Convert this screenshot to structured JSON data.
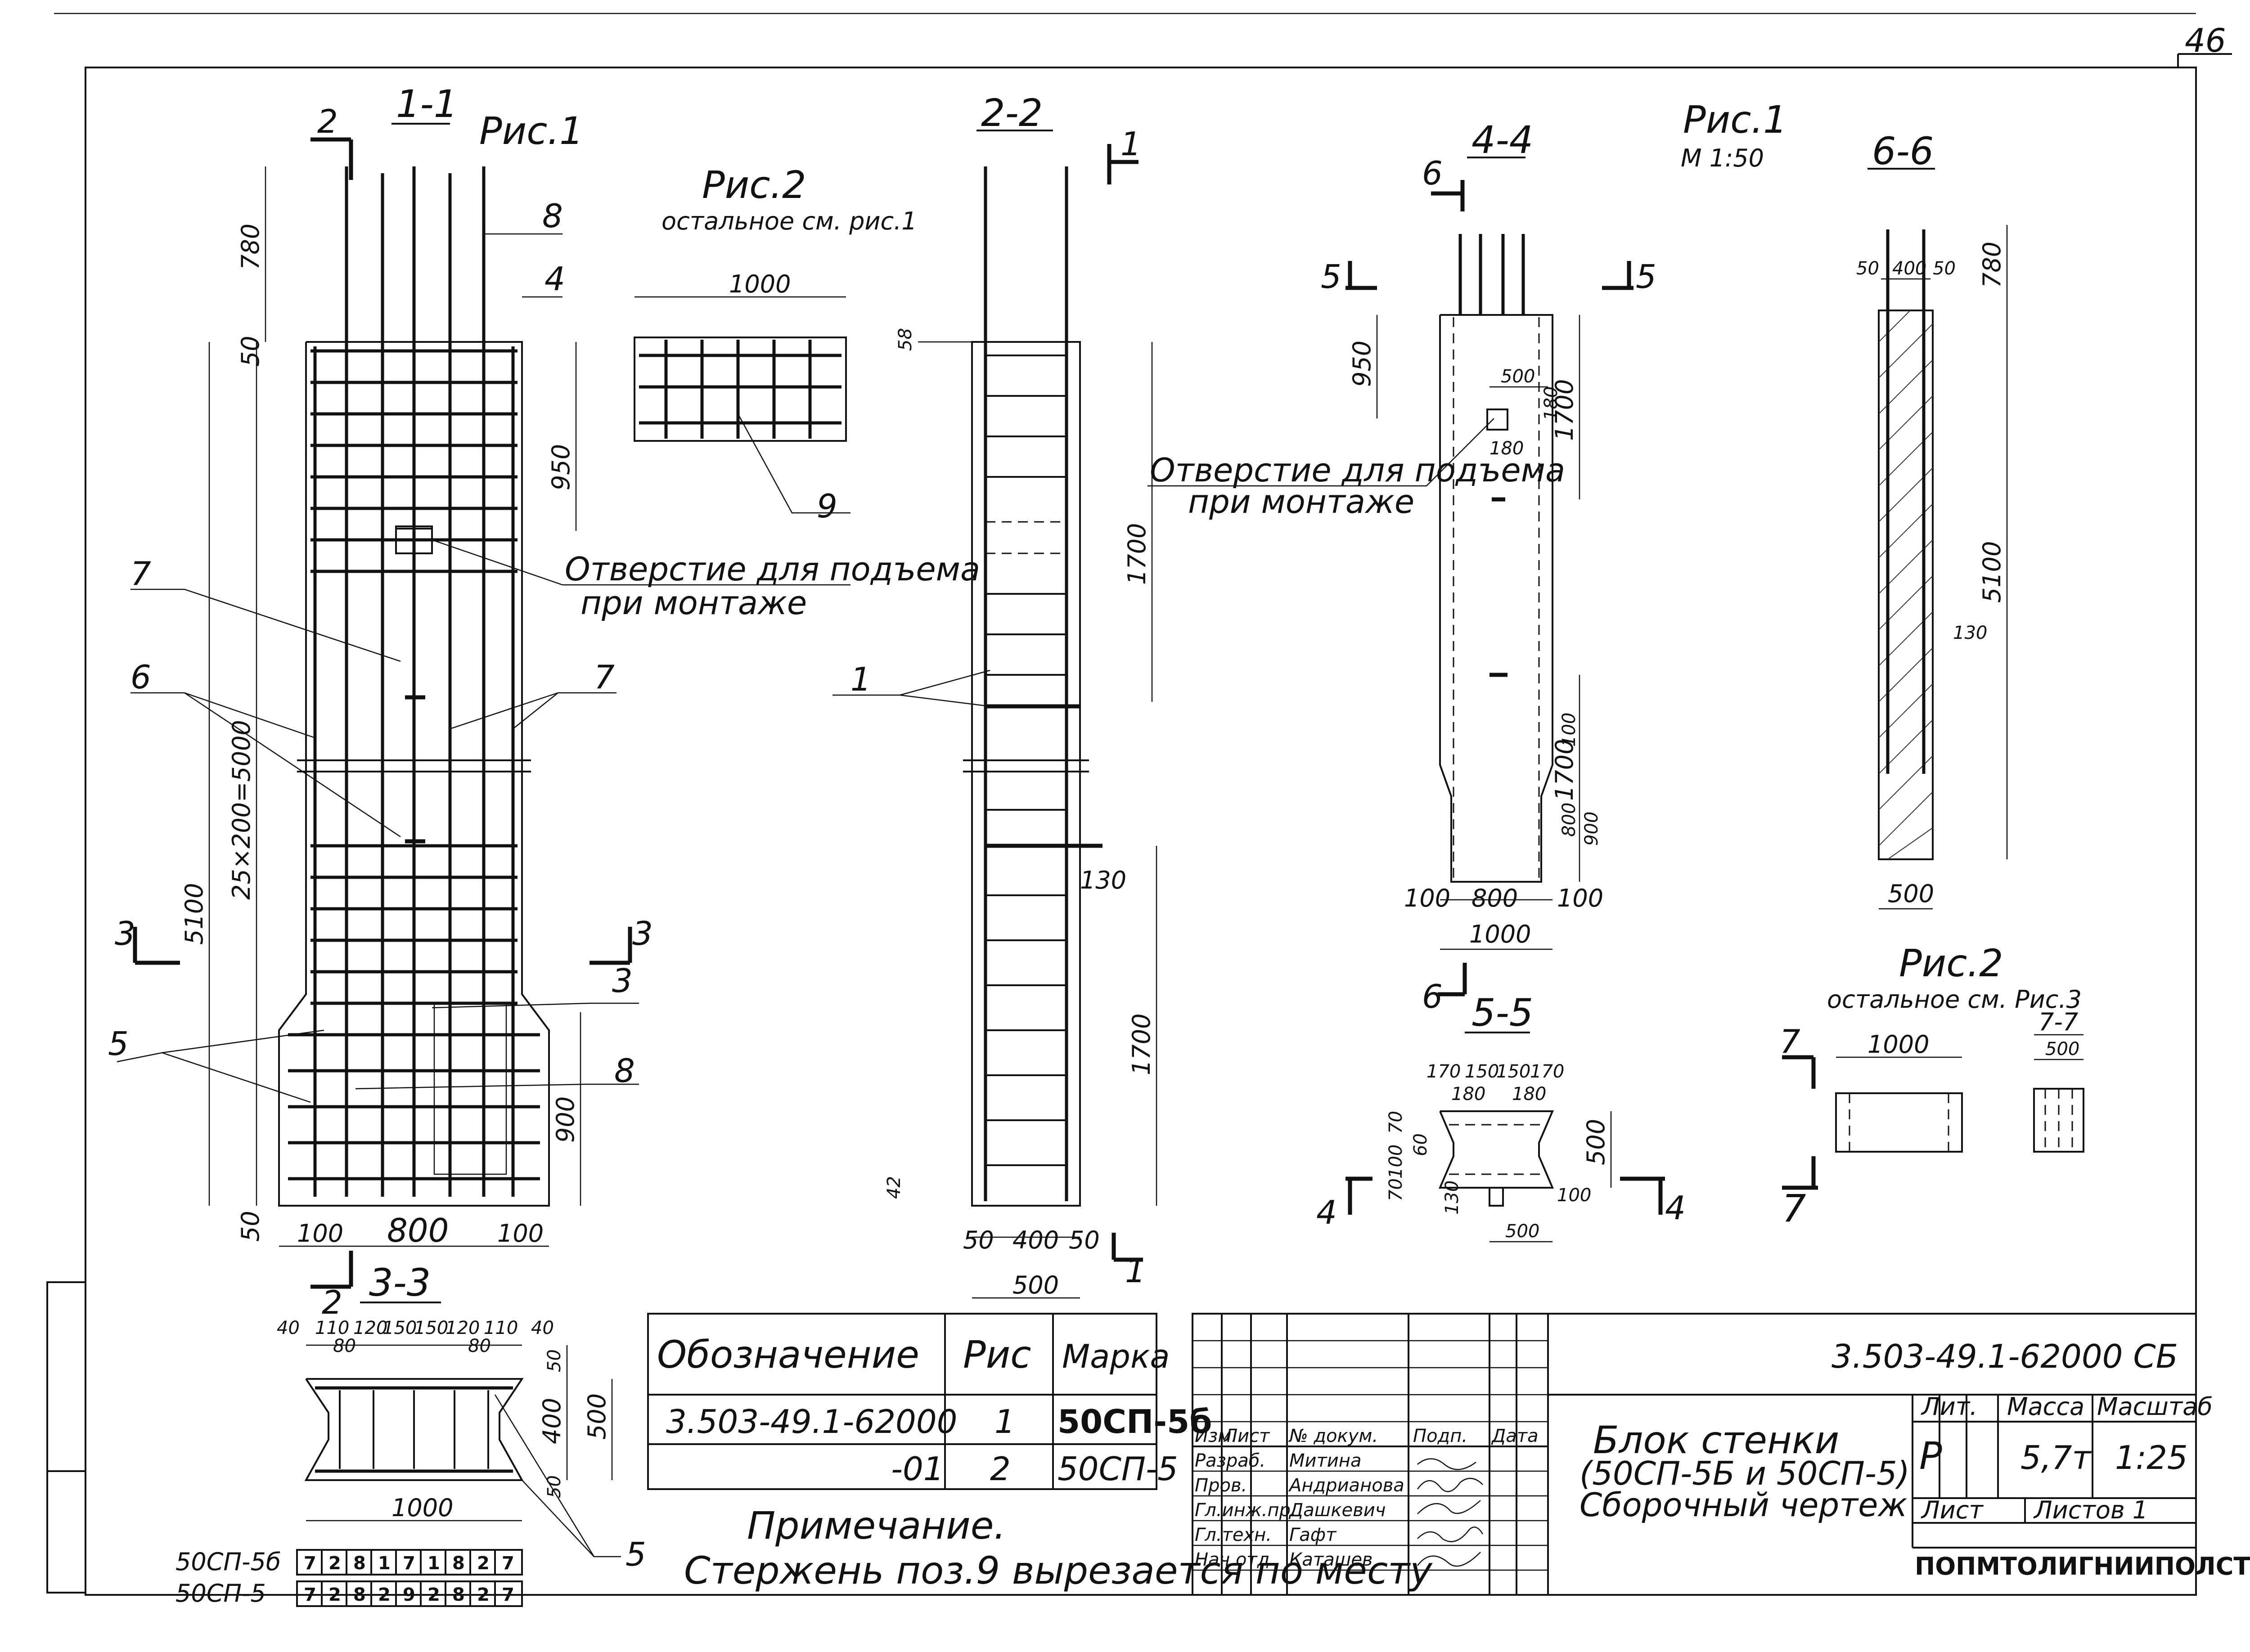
{
  "sheet_number": "46",
  "sections": {
    "s11": "1-1",
    "s22": "2-2",
    "s33": "3-3",
    "s44": "4-4",
    "s55": "5-5",
    "s66": "6-6",
    "s77": "7-7"
  },
  "pictures": {
    "ris1": "Рис.1",
    "ris2": "Рис.2",
    "ris1_scale": "М 1:50",
    "ris2_note": "остальное см. рис.1",
    "ris2_note_b": "остальное см. Рис.3"
  },
  "cut_marks": {
    "c1": "1",
    "c2": "2",
    "c3": "3",
    "c4": "4",
    "c5": "5",
    "c6": "6",
    "c7": "7"
  },
  "positions": {
    "p1": "1",
    "p3": "3",
    "p4": "4",
    "p5": "5",
    "p6": "6",
    "p7": "7",
    "p8": "8",
    "p9": "9"
  },
  "callouts": {
    "lift_hole_line1": "Отверстие для подъема",
    "lift_hole_line2": "при монтаже",
    "lift_hole_b_line1": "Отверстие для подъема",
    "lift_hole_b_line2": "при монтаже"
  },
  "dimensions": {
    "d780": "780",
    "d50": "50",
    "d950": "950",
    "d5100": "5100",
    "d25x200": "25×200=5000",
    "d900": "900",
    "d100": "100",
    "d800": "800",
    "d1000": "1000",
    "d58": "58",
    "d1700": "1700",
    "d130": "130",
    "d42": "42",
    "d400": "400",
    "d500": "500",
    "d180": "180",
    "d170": "170",
    "d150": "150",
    "d70": "70",
    "d60": "60",
    "d40": "40",
    "d110": "110",
    "d120": "120",
    "d80": "80"
  },
  "markings_table": {
    "headers": [
      "Обозначение",
      "Рис",
      "Марка"
    ],
    "rows": [
      [
        "3.503-49.1-62000",
        "1",
        "50СП-5б"
      ],
      [
        "-01",
        "2",
        "50СП-5"
      ]
    ]
  },
  "note": {
    "title": "Примечание.",
    "text": "Стержень поз.9 вырезается по месту"
  },
  "rebar_codes": {
    "rows": [
      {
        "mark": "50СП-5б",
        "digits": [
          "7",
          "2",
          "8",
          "1",
          "7",
          "1",
          "8",
          "2",
          "7"
        ]
      },
      {
        "mark": "50СП-5",
        "digits": [
          "7",
          "2",
          "8",
          "2",
          "9",
          "2",
          "8",
          "2",
          "7"
        ]
      }
    ]
  },
  "title_block": {
    "doc_code": "3.503-49.1-62000 СБ",
    "title_line1": "Блок стенки",
    "title_line2": "(50СП-5Б и 50СП-5)",
    "title_line3": "Сборочный чертеж",
    "rev_headers": [
      "Изм.",
      "Лист",
      "№ докум.",
      "Подп.",
      "Дата"
    ],
    "staff": [
      {
        "role": "Разраб.",
        "name": "Митина"
      },
      {
        "role": "Пров.",
        "name": "Андрианова"
      },
      {
        "role": "Гл.инж.пр.",
        "name": "Дашкевич"
      },
      {
        "role": "Гл.техн.",
        "name": "Гафт"
      },
      {
        "role": "Нач.отд.",
        "name": "Каташев"
      }
    ],
    "lit_label": "Лит.",
    "mass_label": "Масса",
    "scale_label": "Масштаб",
    "lit_value": "Р",
    "mass_value": "5,7т",
    "scale_value": "1:25",
    "sheet_label": "Лист",
    "sheets_label": "Листов 1",
    "org": "ПОПМТОЛИГНИИПОЛСТ"
  }
}
